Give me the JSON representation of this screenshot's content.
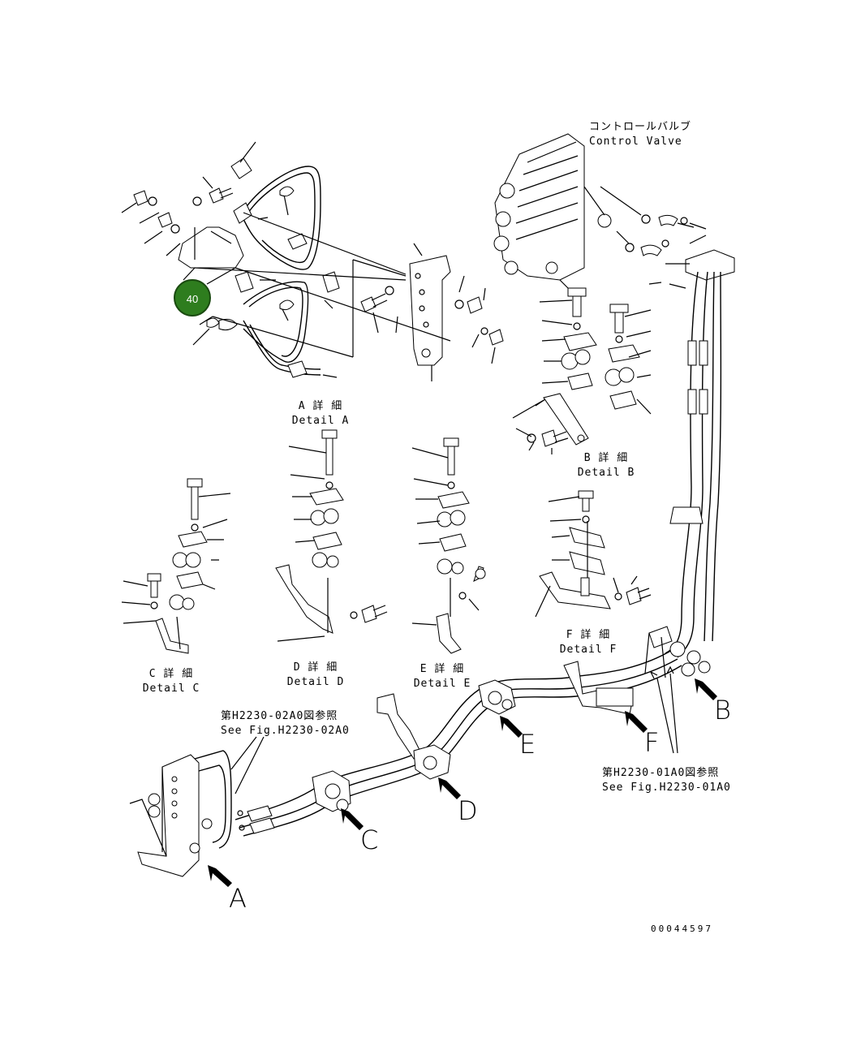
{
  "callout": {
    "number": "40",
    "color": "#2e7d1e"
  },
  "labels": {
    "control_valve_jp": "コントロールバルブ",
    "control_valve_en": "Control Valve",
    "detail_a_jp": "A 詳 細",
    "detail_a_en": "Detail A",
    "detail_b_jp": "B 詳 細",
    "detail_b_en": "Detail B",
    "detail_c_jp": "C 詳 細",
    "detail_c_en": "Detail C",
    "detail_d_jp": "D 詳 細",
    "detail_d_en": "Detail D",
    "detail_e_jp": "E 詳 細",
    "detail_e_en": "Detail E",
    "detail_f_jp": "F 詳 細",
    "detail_f_en": "Detail F",
    "ref1_jp": "第H2230-02A0図参照",
    "ref1_en": "See Fig.H2230-02A0",
    "ref2_jp": "第H2230-01A0図参照",
    "ref2_en": "See Fig.H2230-01A0",
    "drawing_number": "00044597"
  },
  "view_letters": {
    "a": "A",
    "b": "B",
    "c": "C",
    "d": "D",
    "e": "E",
    "f": "F"
  }
}
